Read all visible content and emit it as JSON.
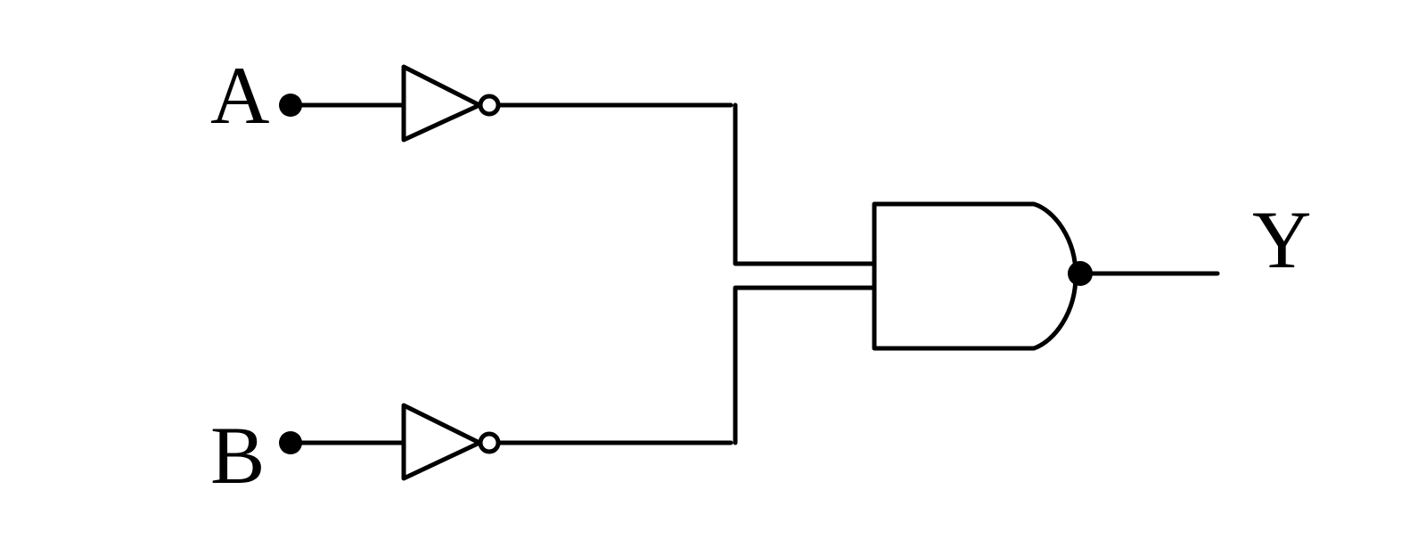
{
  "labels": {
    "input_a": "A",
    "input_b": "B",
    "output_y": "Y"
  },
  "gates": [
    {
      "type": "NOT",
      "input": "A"
    },
    {
      "type": "NOT",
      "input": "B"
    },
    {
      "type": "NAND",
      "inputs": [
        "NOT A",
        "NOT B"
      ],
      "output": "Y"
    }
  ],
  "colors": {
    "line": "#000000",
    "background": "#ffffff"
  }
}
